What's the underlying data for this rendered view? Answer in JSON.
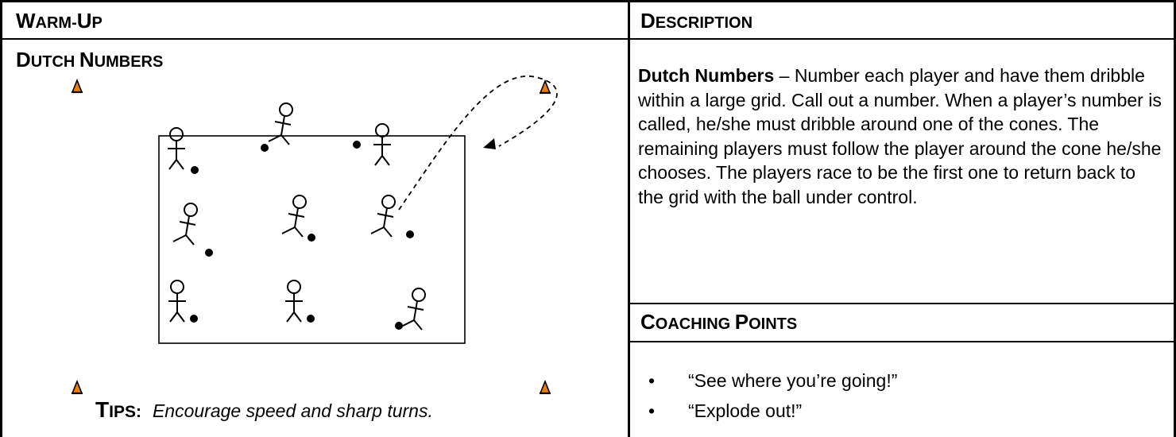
{
  "left_header": {
    "first": "W",
    "rest": "ARM-",
    "first2": "U",
    "rest2": "P"
  },
  "right_header": {
    "first": "D",
    "rest": "ESCRIPTION"
  },
  "drill_title": {
    "first": "D",
    "rest": "UTCH ",
    "first2": "N",
    "rest2": "UMBERS"
  },
  "description": {
    "bold_name": "Dutch Numbers",
    "text": " – Number each player and have them dribble within a large grid.  Call out a number.  When a player’s number is called, he/she must dribble around one of the cones.  The remaining players must follow the player around the cone he/she chooses.  The players race to be the first one to return back to the grid with the ball under control."
  },
  "coaching_header": {
    "first": "C",
    "rest": "OACHING ",
    "first2": "P",
    "rest2": "OINTS"
  },
  "coaching_points": [
    {
      "bullet": "•",
      "text": "“See where you’re going!”"
    },
    {
      "bullet": "•",
      "text": "“Explode out!”"
    }
  ],
  "tips": {
    "label_first": "T",
    "label_rest": "IPS:",
    "text": "Encourage speed and sharp turns."
  },
  "colors": {
    "cone_fill": "#e87c0c",
    "cone_outline": "#000000"
  }
}
